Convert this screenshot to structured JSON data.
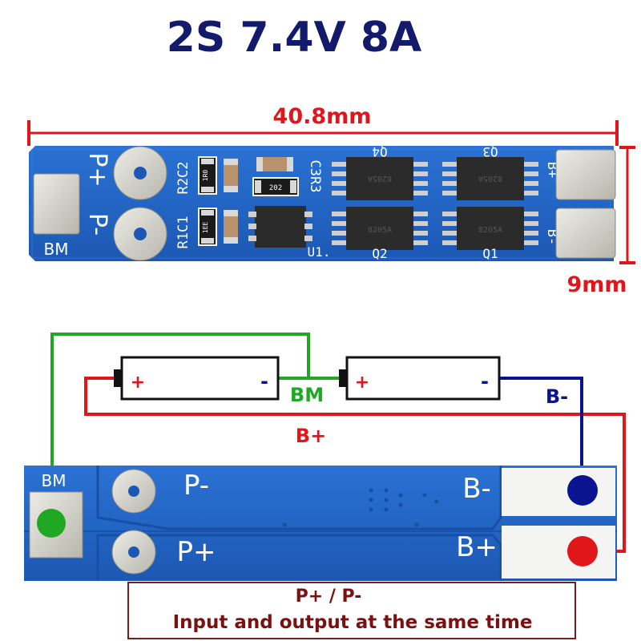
{
  "title": "2S 7.4V 8A",
  "dimensions": {
    "length": "40.8mm",
    "width": "9mm"
  },
  "top_board": {
    "labels": {
      "p_plus": "P+",
      "p_minus": "P-",
      "bm": "BM",
      "r2c2": "R2C2",
      "r1c1": "R1C1",
      "c3r3": "C3R3",
      "u1": "U1.",
      "q4": "Q4",
      "q3": "Q3",
      "q2": "Q2",
      "q1": "Q1",
      "b_plus": "B+",
      "b_minus": "B-"
    },
    "chip_marks": [
      "8205A",
      "8205A",
      "8205A",
      "8205A"
    ],
    "resistor_marks": [
      "1R0",
      "202",
      "1EE"
    ]
  },
  "wiring": {
    "cell_plus": "+",
    "cell_minus": "-",
    "bm": "BM",
    "b_minus": "B-",
    "b_plus": "B+"
  },
  "bottom_board": {
    "bm": "BM",
    "p_minus": "P-",
    "p_plus": "P+",
    "b_minus": "B-",
    "b_plus": "B+"
  },
  "note": {
    "line1": "P+ / P-",
    "line2": "Input and output at the same time"
  },
  "colors": {
    "title": "#111a6b",
    "dimension": "#e0161b",
    "pcb": "#1f63c5",
    "pcb_dark": "#174fa6",
    "pad": "#c9c9c9",
    "wire_green": "#20a824",
    "wire_red": "#e0161b",
    "wire_blue": "#0a1490",
    "note_border": "#7a1c1c",
    "note_text": "#7a1010"
  }
}
